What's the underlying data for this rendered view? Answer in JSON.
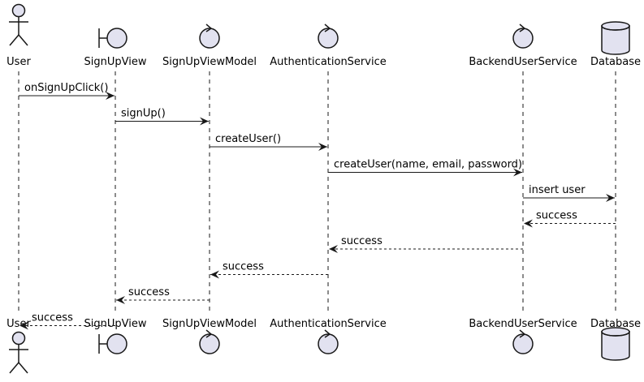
{
  "participants": [
    {
      "name": "User",
      "kind": "actor"
    },
    {
      "name": "SignUpView",
      "kind": "boundary"
    },
    {
      "name": "SignUpViewModel",
      "kind": "control"
    },
    {
      "name": "AuthenticationService",
      "kind": "control"
    },
    {
      "name": "BackendUserService",
      "kind": "control"
    },
    {
      "name": "Database",
      "kind": "database"
    }
  ],
  "messages": [
    {
      "from": 0,
      "to": 1,
      "label": "onSignUpClick()",
      "style": "sync"
    },
    {
      "from": 1,
      "to": 2,
      "label": "signUp()",
      "style": "sync"
    },
    {
      "from": 2,
      "to": 3,
      "label": "createUser()",
      "style": "sync"
    },
    {
      "from": 3,
      "to": 4,
      "label": "createUser(name, email, password)",
      "style": "sync"
    },
    {
      "from": 4,
      "to": 5,
      "label": "insert user",
      "style": "sync"
    },
    {
      "from": 5,
      "to": 4,
      "label": "success",
      "style": "return"
    },
    {
      "from": 4,
      "to": 3,
      "label": "success",
      "style": "return"
    },
    {
      "from": 3,
      "to": 2,
      "label": "success",
      "style": "return"
    },
    {
      "from": 2,
      "to": 1,
      "label": "success",
      "style": "return"
    },
    {
      "from": 1,
      "to": 0,
      "label": "success",
      "style": "return"
    }
  ],
  "colors": {
    "participant_fill": "#E2E2F0",
    "stroke": "#181818",
    "lifeline": "#181818"
  }
}
